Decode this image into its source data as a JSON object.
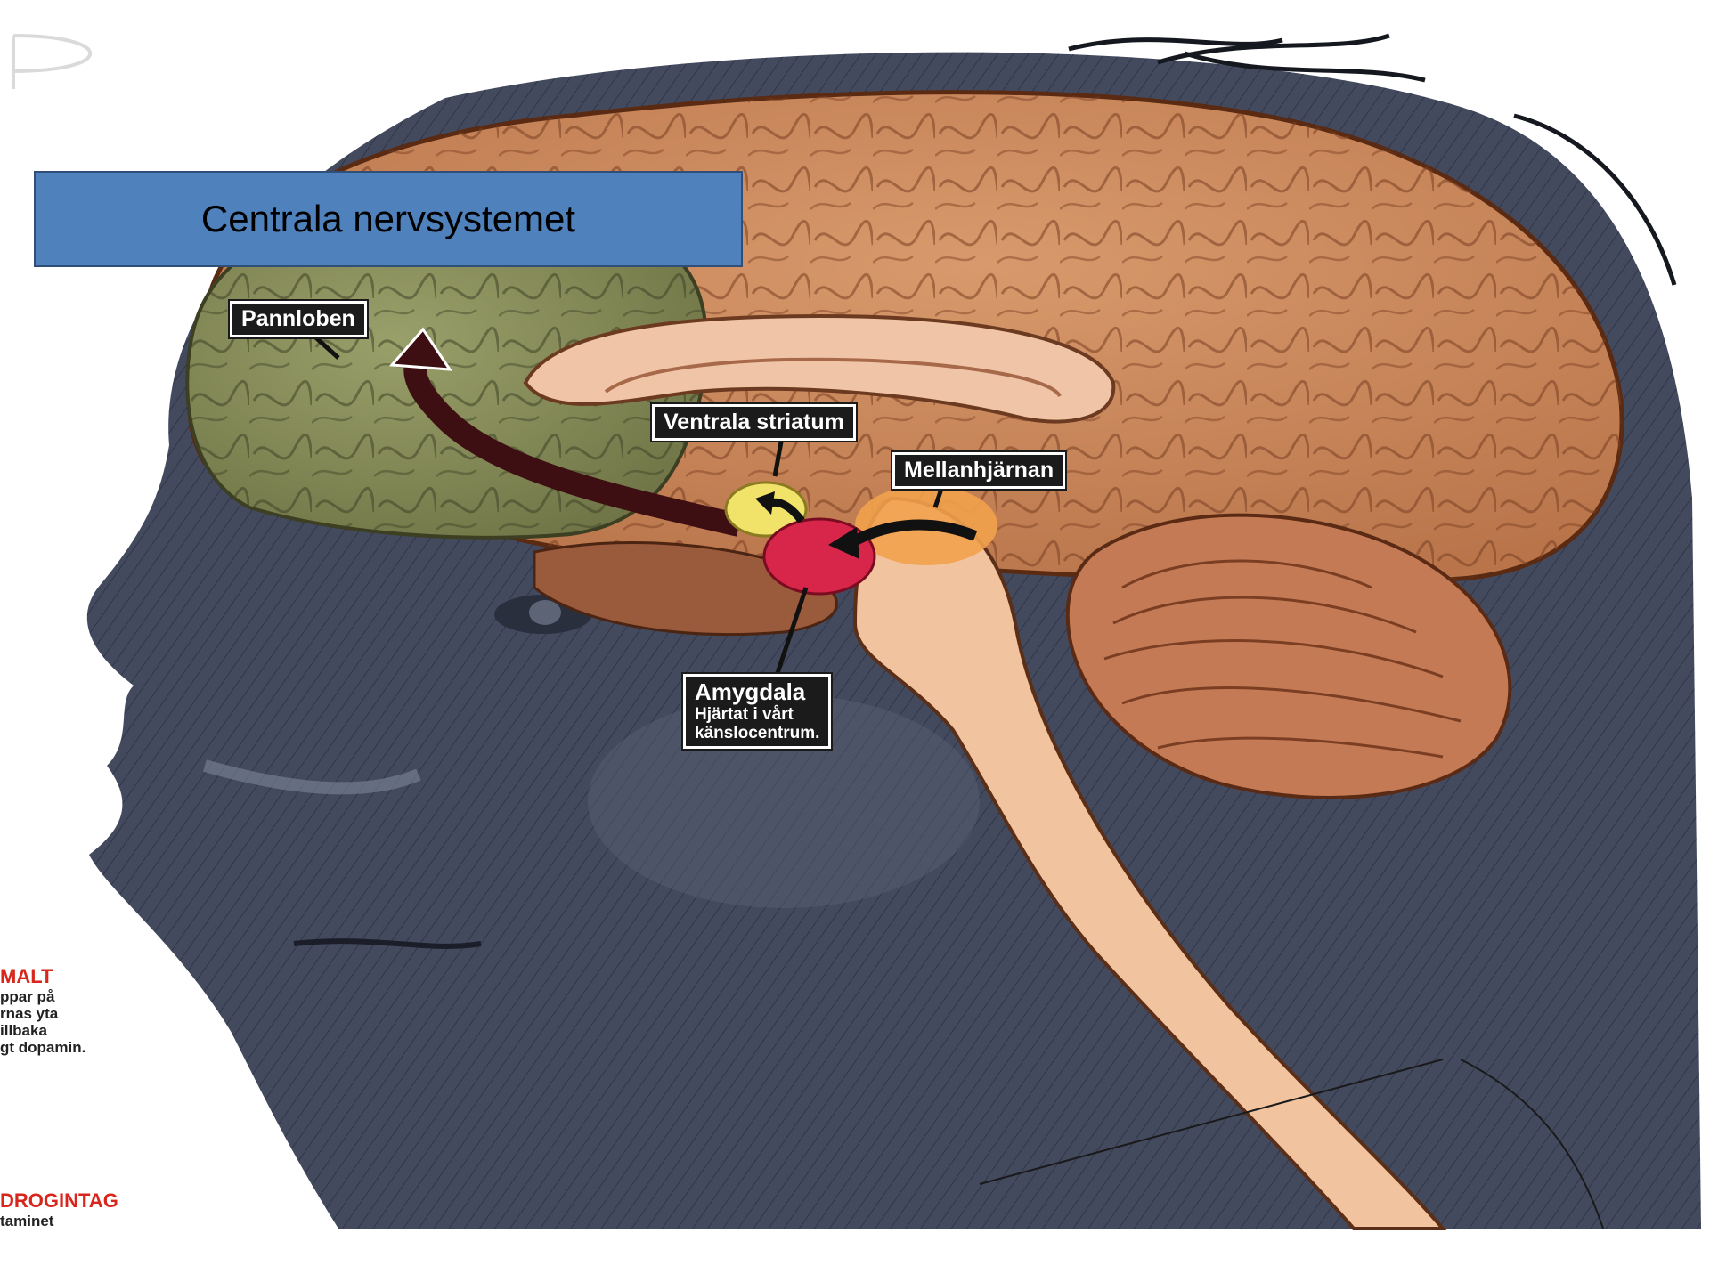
{
  "slide": {
    "title": "Centrala nervsystemet"
  },
  "labels": {
    "frontal_lobe": "Pannloben",
    "ventral_striatum": "Ventrala striatum",
    "midbrain": "Mellanhjärnan",
    "amygdala_title": "Amygdala",
    "amygdala_desc_1": "Hjärtat i vårt",
    "amygdala_desc_2": "känslocentrum."
  },
  "side_text_left": {
    "heading_1": "MALT",
    "line_1": "ppar på",
    "line_2": "rnas yta",
    "line_3": "illbaka",
    "line_4": "gt dopamin.",
    "heading_2": "DROGINTAG",
    "line_5": "taminet"
  },
  "colors": {
    "title_box": "#4f81bd",
    "frontal_lobe": "#8a8f5a",
    "cortex": "#c98a5c",
    "ventral_striatum": "#f1e36a",
    "amygdala": "#d8264a",
    "midbrain": "#f2a24c",
    "head_shadow": "#3f4658",
    "pathway_arrow": "#3e0f12"
  }
}
